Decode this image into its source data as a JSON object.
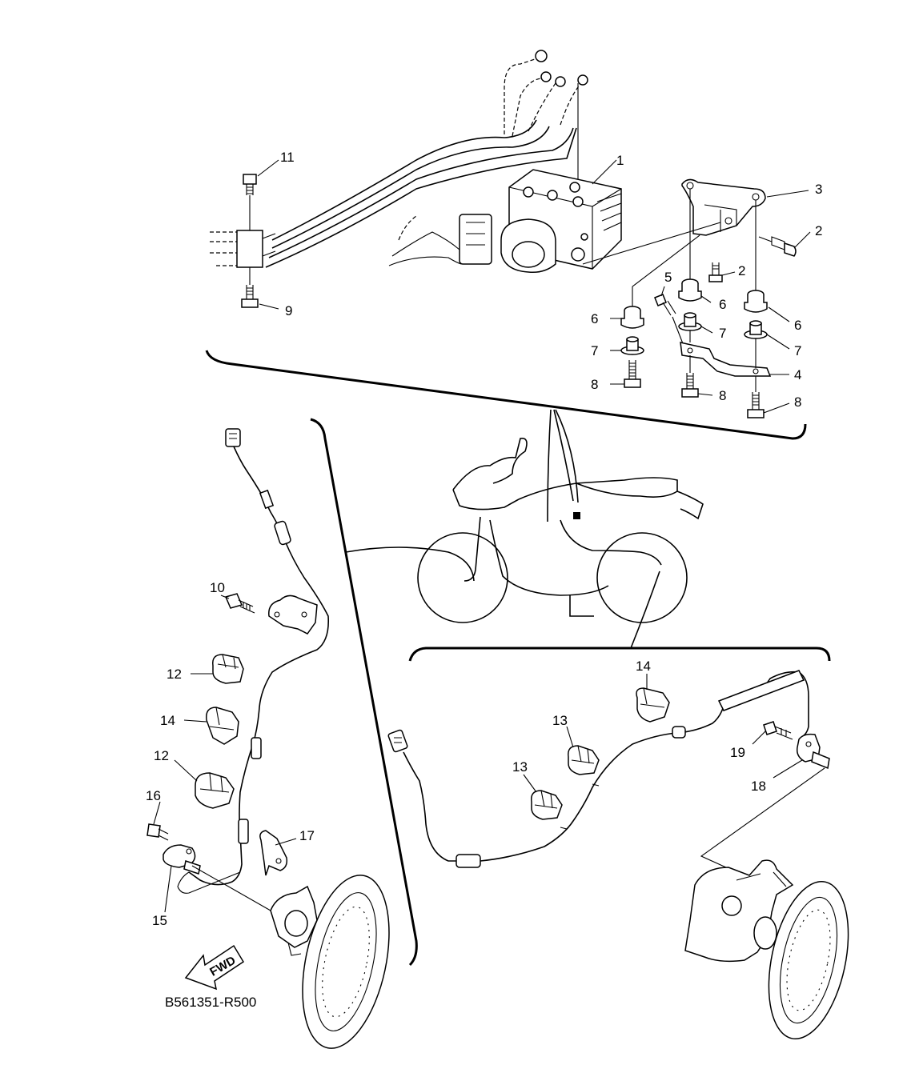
{
  "callouts": [
    {
      "id": "c1",
      "label": "1"
    },
    {
      "id": "c2a",
      "label": "2"
    },
    {
      "id": "c2b",
      "label": "2"
    },
    {
      "id": "c3",
      "label": "3"
    },
    {
      "id": "c4",
      "label": "4"
    },
    {
      "id": "c5",
      "label": "5"
    },
    {
      "id": "c6a",
      "label": "6"
    },
    {
      "id": "c6b",
      "label": "6"
    },
    {
      "id": "c6c",
      "label": "6"
    },
    {
      "id": "c7a",
      "label": "7"
    },
    {
      "id": "c7b",
      "label": "7"
    },
    {
      "id": "c7c",
      "label": "7"
    },
    {
      "id": "c8a",
      "label": "8"
    },
    {
      "id": "c8b",
      "label": "8"
    },
    {
      "id": "c8c",
      "label": "8"
    },
    {
      "id": "c9",
      "label": "9"
    },
    {
      "id": "c10",
      "label": "10"
    },
    {
      "id": "c11",
      "label": "11"
    },
    {
      "id": "c12a",
      "label": "12"
    },
    {
      "id": "c12b",
      "label": "12"
    },
    {
      "id": "c13a",
      "label": "13"
    },
    {
      "id": "c13b",
      "label": "13"
    },
    {
      "id": "c14a",
      "label": "14"
    },
    {
      "id": "c14b",
      "label": "14"
    },
    {
      "id": "c15",
      "label": "15"
    },
    {
      "id": "c16",
      "label": "16"
    },
    {
      "id": "c17",
      "label": "17"
    },
    {
      "id": "c18",
      "label": "18"
    },
    {
      "id": "c19",
      "label": "19"
    }
  ],
  "fwd_arrow": {
    "label": "FWD"
  },
  "diagram_code": "B561351-R500"
}
